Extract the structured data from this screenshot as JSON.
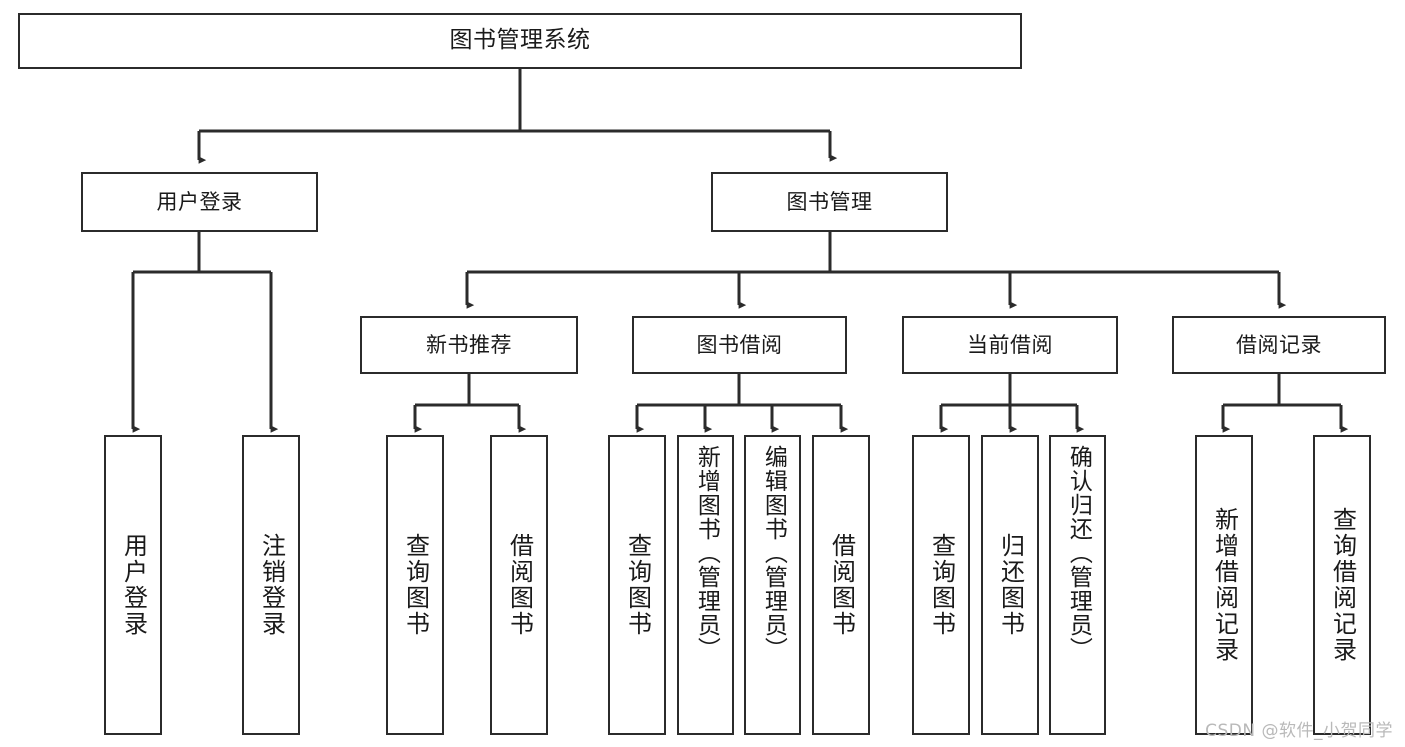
{
  "diagram": {
    "type": "tree",
    "title": "图书管理系统",
    "root": {
      "id": "root",
      "label": "图书管理系统"
    },
    "level1": [
      {
        "id": "user-login",
        "label": "用户登录"
      },
      {
        "id": "book-management",
        "label": "图书管理"
      }
    ],
    "level2": [
      {
        "id": "new-book-recommend",
        "label": "新书推荐",
        "parent": "book-management"
      },
      {
        "id": "book-borrow",
        "label": "图书借阅",
        "parent": "book-management"
      },
      {
        "id": "current-borrow",
        "label": "当前借阅",
        "parent": "book-management"
      },
      {
        "id": "borrow-record",
        "label": "借阅记录",
        "parent": "book-management"
      }
    ],
    "leaves": {
      "user-login": [
        {
          "id": "leaf-user-login",
          "label": "用户登录"
        },
        {
          "id": "leaf-logout-login",
          "label": "注销登录"
        }
      ],
      "new-book-recommend": [
        {
          "id": "leaf-query-book-1",
          "label": "查询图书"
        },
        {
          "id": "leaf-borrow-book-1",
          "label": "借阅图书"
        }
      ],
      "book-borrow": [
        {
          "id": "leaf-query-book-2",
          "label": "查询图书"
        },
        {
          "id": "leaf-add-book",
          "label": "新增图书（管理员）"
        },
        {
          "id": "leaf-edit-book",
          "label": "编辑图书（管理员）"
        },
        {
          "id": "leaf-borrow-book-2",
          "label": "借阅图书"
        }
      ],
      "current-borrow": [
        {
          "id": "leaf-query-book-3",
          "label": "查询图书"
        },
        {
          "id": "leaf-return-book",
          "label": "归还图书"
        },
        {
          "id": "leaf-confirm-return",
          "label": "确认归还（管理员）"
        }
      ],
      "borrow-record": [
        {
          "id": "leaf-add-record",
          "label": "新增借阅记录"
        },
        {
          "id": "leaf-query-record",
          "label": "查询借阅记录"
        }
      ]
    }
  },
  "watermark": {
    "text": "CSDN @软件_小贺同学"
  },
  "colors": {
    "stroke": "#2b2b2b",
    "background": "#ffffff",
    "text": "#1a1a1a",
    "watermark": "#b9b9b9"
  }
}
